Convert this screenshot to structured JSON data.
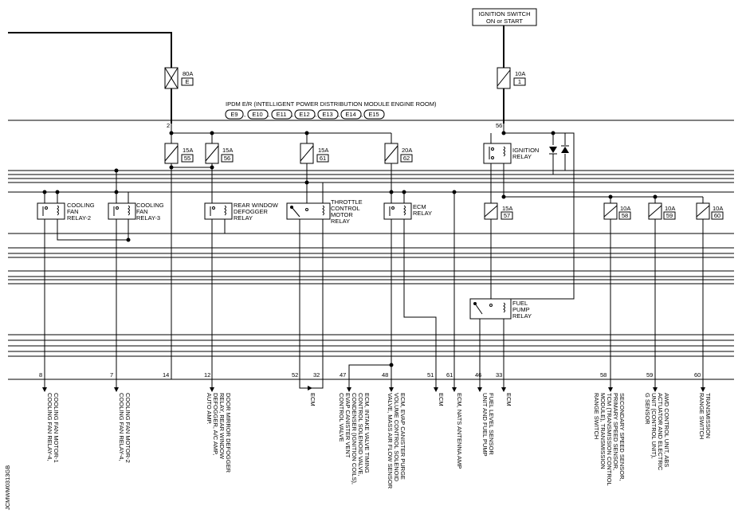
{
  "ignition_switch": {
    "line1": "IGNITION SWITCH",
    "line2": "ON or START"
  },
  "ipdm_label": "IPDM E/R (INTELLIGENT POWER DISTRIBUTION MODULE ENGINE ROOM)",
  "connectors": [
    "E9",
    "E10",
    "E11",
    "E12",
    "E13",
    "E14",
    "E15"
  ],
  "fuses": {
    "f80": {
      "amp": "80A",
      "num": "E"
    },
    "f1": {
      "amp": "10A",
      "num": "1"
    },
    "f55": {
      "amp": "15A",
      "num": "55"
    },
    "f56": {
      "amp": "15A",
      "num": "56"
    },
    "f61": {
      "amp": "15A",
      "num": "61"
    },
    "f62": {
      "amp": "20A",
      "num": "62"
    },
    "f57": {
      "amp": "15A",
      "num": "57"
    },
    "f58": {
      "amp": "10A",
      "num": "58"
    },
    "f59": {
      "amp": "10A",
      "num": "59"
    },
    "f60": {
      "amp": "10A",
      "num": "60"
    }
  },
  "relays": {
    "cf2": [
      "COOLING",
      "FAN",
      "RELAY-2"
    ],
    "cf3": [
      "COOLING",
      "FAN",
      "RELAY-3"
    ],
    "rear": [
      "REAR WINDOW",
      "DEFOGGER",
      "RELAY"
    ],
    "throttle": [
      "THROTTLE",
      "CONTROL",
      "MOTOR",
      "RELAY"
    ],
    "ecm": [
      "ECM",
      "RELAY"
    ],
    "ign": [
      "IGNITION",
      "RELAY"
    ],
    "fuel": [
      "FUEL",
      "PUMP",
      "RELAY"
    ]
  },
  "pins": {
    "p2": "2",
    "p56": "56",
    "p8": "8",
    "p7": "7",
    "p14": "14",
    "p12": "12",
    "p52": "52",
    "p32": "32",
    "p47": "47",
    "p48": "48",
    "p51": "51",
    "p61": "61",
    "p46": "46",
    "p33": "33",
    "p58": "58",
    "p59": "59",
    "p60": "60"
  },
  "destinations": {
    "d8": [
      "COOLING FAN RELAY-4,",
      "COOLING FAN MOTOR-1"
    ],
    "d7": [
      "COOLING FAN RELAY-4,",
      "COOLING FAN MOTOR-2"
    ],
    "d12": [
      "DOOR MIRROR DEFOGGER",
      "RELAY, REAR WINDOW",
      "DEFOGGER, A/C AMP,",
      "AUTO AMP."
    ],
    "d52_32": [
      "ECM"
    ],
    "d47": [
      "ECM, INTAKE VALVE TIMING",
      "CONTROL SOLENOID VALVE,",
      "CONDENSER (IGNITION COILS),",
      "EVAP CANISTER VENT",
      "CONTROL VALVE"
    ],
    "d48": [
      "ECM, EVAP CANISTER PURGE",
      "VOLUME CONTROL SOLENOID",
      "VALVE, MASS AIR FLOW SENSOR"
    ],
    "d51": [
      "ECM"
    ],
    "d61": [
      "ECM, NATS ANTENNA AMP"
    ],
    "d46": [
      "FUEL LEVEL SENSOR",
      "UNIT AND FUEL PUMP"
    ],
    "d33": [
      "ECM"
    ],
    "d58": [
      "SECONDARY SPEED SENSOR,",
      "PRIMARY SPEED SENSOR,",
      "TCM (TRANSMISSION CONTROL",
      "MODULE), TRANSMISSION",
      "RANGE SWITCH"
    ],
    "d59": [
      "AWD CONTROL UNIT, ABS",
      "ACTUATOR AND ELECTRIC",
      "UNIT (CONTROL UNIT),",
      "G SENSOR"
    ],
    "d60": [
      "TRANSMISSION",
      "RANGE SWITCH"
    ]
  },
  "figure_id": "JCMWM0313GB"
}
